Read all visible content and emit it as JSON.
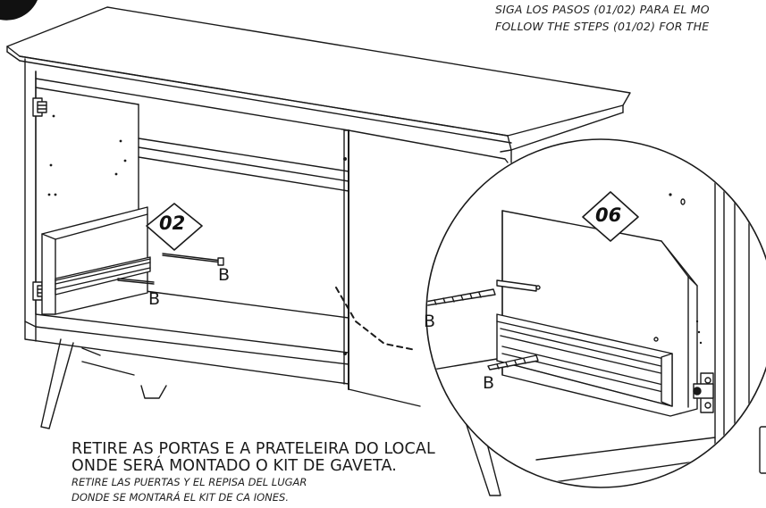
{
  "header": {
    "line1": "SIGA LOS PASOS (01/02) PARA EL MO",
    "line2": "FOLLOW THE STEPS (01/02) FOR THE"
  },
  "steps": {
    "main": "02",
    "detail": "06"
  },
  "labels": {
    "screw_a": "B",
    "screw_b": "B",
    "screw_c": "B",
    "screw_d": "B"
  },
  "instructions": {
    "pt_line1": "RETIRE AS PORTAS E A PRATELEIRA DO LOCAL",
    "pt_line2": "ONDE SERÁ MONTADO O KIT DE GAVETA.",
    "es_line1": "RETIRE LAS PUERTAS Y EL REPISA DEL LUGAR",
    "es_line2": "DONDE SE MONTARÁ EL KIT DE CA IONES."
  }
}
